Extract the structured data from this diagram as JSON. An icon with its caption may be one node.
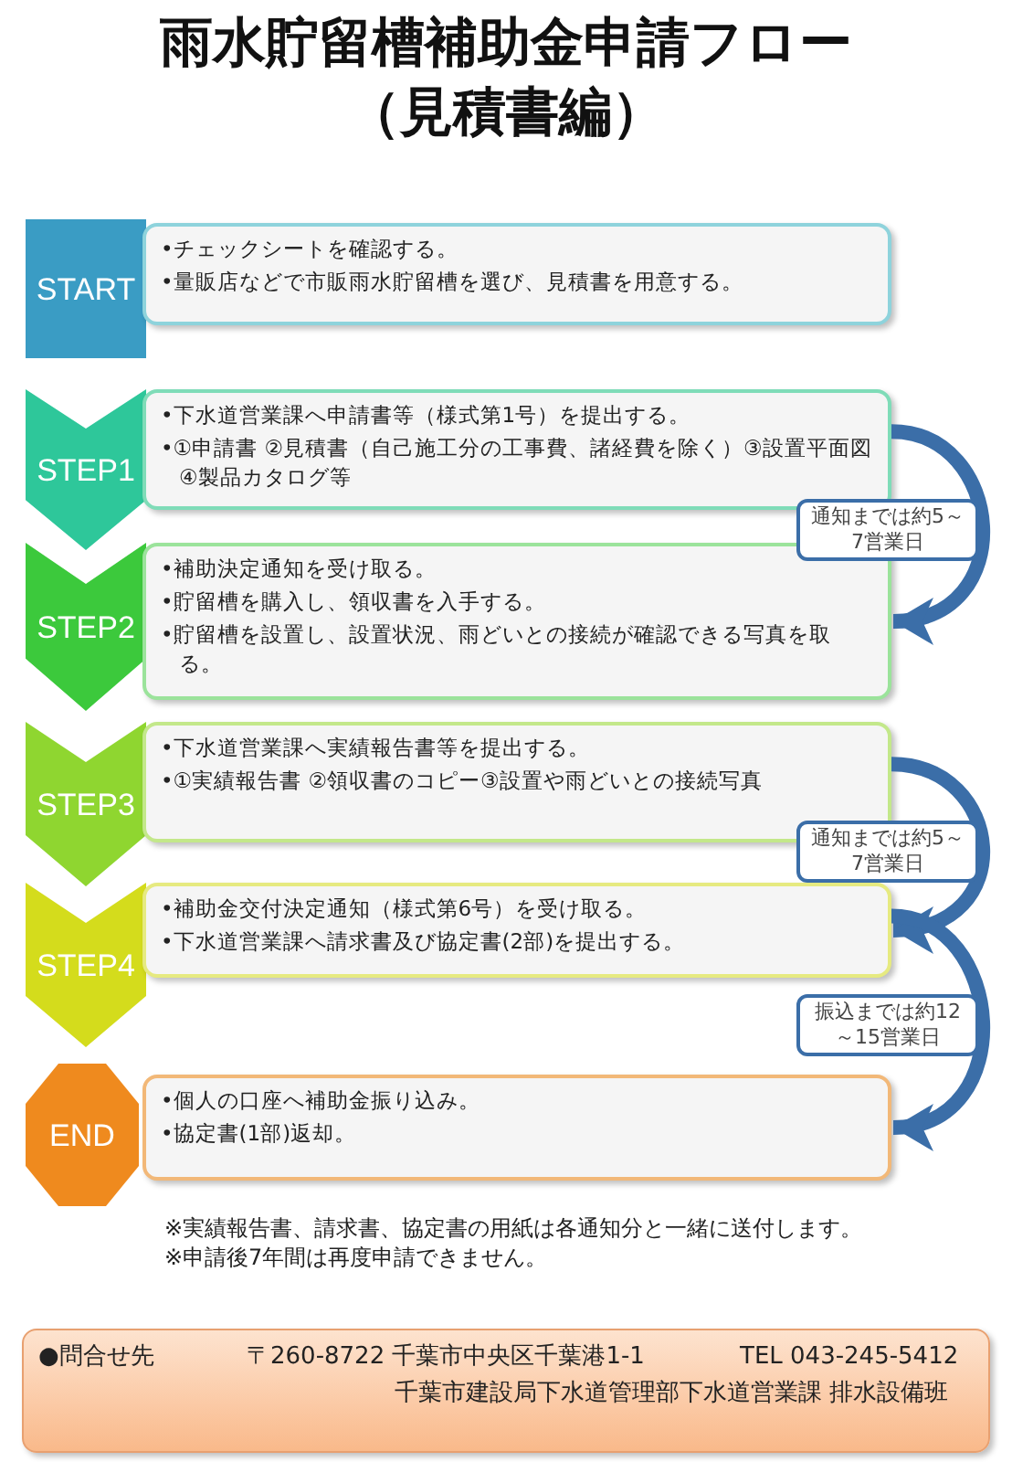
{
  "diagram": {
    "title": "雨水貯留槽補助金申請フロー（見積書編）",
    "nodes": [
      {
        "text": [
          "START"
        ]
      },
      {
        "text": [
          "•チェックシートを確認する。",
          "•量販店などで市販雨水貯留槽を選び、見積書を用意する。"
        ]
      },
      {
        "text": [
          "STEP1"
        ]
      },
      {
        "text": [
          "•下水道営業課へ申請書等（様式第1号）を提出する。",
          "•①申請書 ②見積書（自己施工分の工事費、諸経費を除く）③設置平面図 ④製品カタログ等"
        ]
      },
      {
        "text": [
          "STEP2"
        ]
      },
      {
        "text": [
          "•補助決定通知を受け取る。",
          "•貯留槽を購入し、領収書を入手する。",
          "•貯留槽を設置し、設置状況、雨どいとの接続が確認できる写真を取る。"
        ]
      },
      {
        "text": [
          "STEP3"
        ]
      },
      {
        "text": [
          "•下水道営業課へ実績報告書等を提出する。",
          "•①実績報告書 ②領収書のコピー③設置や雨どいとの接続写真"
        ]
      },
      {
        "text": [
          "STEP4"
        ]
      },
      {
        "text": [
          "•補助金交付決定通知（様式第6号）を受け取る。",
          "•下水道営業課へ請求書及び協定書(2部)を提出する。"
        ]
      },
      {
        "text": [
          "END"
        ]
      },
      {
        "text": [
          "•個人の口座へ補助金振り込み。",
          "•協定書(1部)返却。"
        ]
      },
      {
        "text": [
          "●問合せ先",
          "〒260-8722 千葉市中央区千葉港1-1",
          "TEL 043-245-5412",
          "千葉市建設局下水道管理部下水道営業課 排水設備班"
        ]
      }
    ],
    "edges": [
      {
        "from": 3,
        "to": 5,
        "arrow": "to",
        "label": "通知までは約5～7営業日"
      },
      {
        "from": 7,
        "to": 9,
        "arrow": "to",
        "label": "通知までは約5～7営業日"
      },
      {
        "from": 9,
        "to": 11,
        "arrow": "to",
        "label": "振込までは約12～15営業日"
      }
    ],
    "labels": [
      "※実績報告書、請求書、協定書の用紙は各通知分と一緒に送付します。",
      "※申請後7年間は再度申請できません。"
    ]
  }
}
